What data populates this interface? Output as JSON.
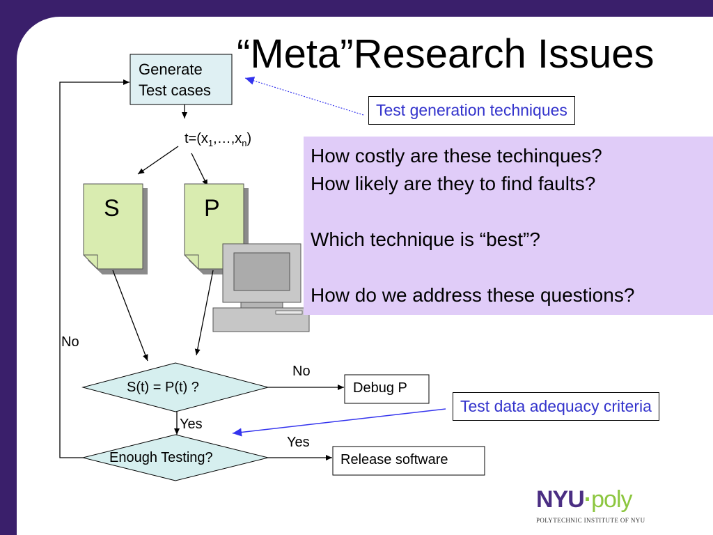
{
  "slide": {
    "title": "“Meta”Research Issues"
  },
  "diagram": {
    "generate_box": [
      "Generate",
      "Test cases"
    ],
    "test_input": {
      "prefix": "t=(x",
      "sub1": "1",
      "mid": ",…,x",
      "subn": "n",
      "suffix": ")"
    },
    "spec_doc": "S",
    "program_doc": "P",
    "compare_decision": "S(t) = P(t) ?",
    "enough_decision": "Enough Testing?",
    "debug_box": "Debug P",
    "release_box": "Release software",
    "label_no_compare": "No",
    "label_yes_compare": "Yes",
    "label_yes_enough": "Yes",
    "label_no_loop": "No"
  },
  "callouts": {
    "test_generation": "Test generation techniques",
    "adequacy": "Test data adequacy criteria"
  },
  "questions": [
    "How costly are these techinques?",
    "How likely are they to find faults?",
    "Which technique is “best”?",
    "How do we address these questions?"
  ],
  "logo": {
    "main_left": "NYU",
    "main_dot": "·",
    "main_right": "poly",
    "subtitle": "POLYTECHNIC INSTITUTE OF NYU"
  },
  "colors": {
    "background": "#3a1f6b",
    "question_panel": "#e0ccf8",
    "callout_text": "#3333cc",
    "document_fill": "#d9ecb0",
    "decision_fill": "#d6efef",
    "box_fill": "#dff0f3"
  }
}
